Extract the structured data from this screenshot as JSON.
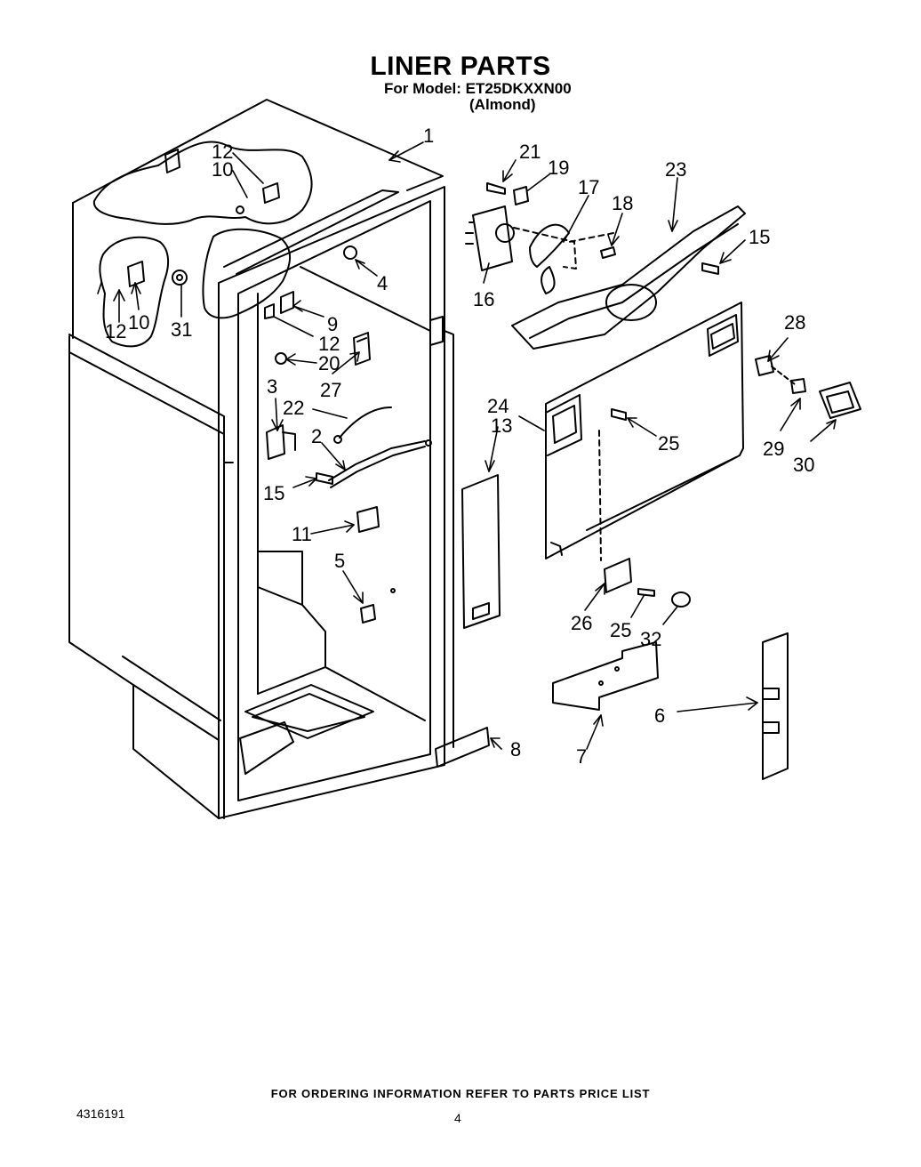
{
  "header": {
    "title": "LINER PARTS",
    "model_line": "For Model: ET25DKXXN00",
    "color_line": "(Almond)"
  },
  "footer": {
    "ordering_note": "FOR ORDERING INFORMATION REFER TO PARTS PRICE LIST",
    "document_number": "4316191",
    "page_number": "4"
  },
  "callouts": {
    "c1": "1",
    "c2": "2",
    "c3": "3",
    "c4": "4",
    "c5": "5",
    "c6": "6",
    "c7": "7",
    "c8": "8",
    "c9": "9",
    "c10a": "10",
    "c10b": "10",
    "c11": "11",
    "c12a": "12",
    "c12b": "12",
    "c12c": "12",
    "c13": "13",
    "c15a": "15",
    "c15b": "15",
    "c16": "16",
    "c17": "17",
    "c18": "18",
    "c19": "19",
    "c20": "20",
    "c21": "21",
    "c22": "22",
    "c23": "23",
    "c24": "24",
    "c25a": "25",
    "c25b": "25",
    "c26": "26",
    "c27": "27",
    "c28": "28",
    "c29": "29",
    "c30": "30",
    "c31": "31",
    "c32": "32"
  },
  "colors": {
    "ink": "#000000",
    "paper": "#ffffff"
  }
}
